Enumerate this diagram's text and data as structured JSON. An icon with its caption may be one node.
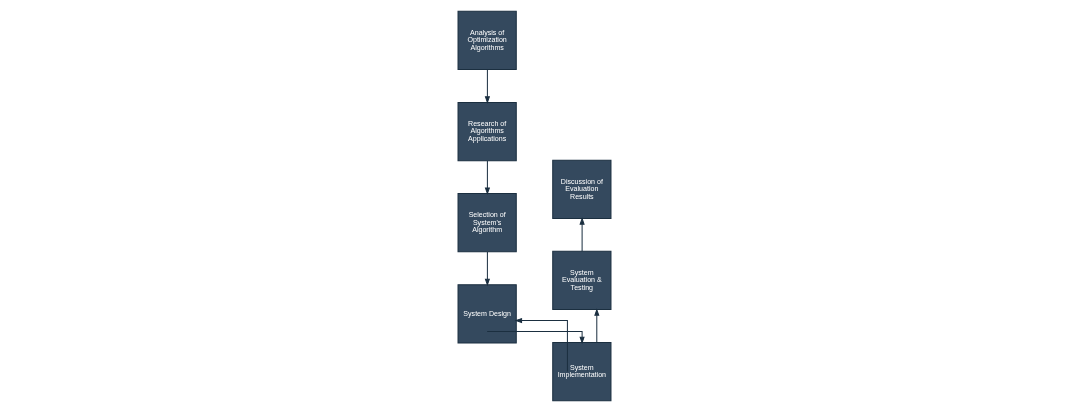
{
  "diagram": {
    "nodes": [
      {
        "text": [
          "Analysis of Optimization Algorithms"
        ]
      },
      {
        "text": [
          "Research of Algorithms Applications"
        ]
      },
      {
        "text": [
          "Selection of System's Algorithm"
        ]
      },
      {
        "text": [
          "System Design"
        ]
      },
      {
        "text": [
          "System Implementation"
        ]
      },
      {
        "text": [
          "System Evaluation & Testing"
        ]
      },
      {
        "text": [
          "Discussion of Evaluation Results"
        ]
      }
    ],
    "edges": [
      {
        "from": 0,
        "to": 1,
        "arrow": "to"
      },
      {
        "from": 1,
        "to": 2,
        "arrow": "to"
      },
      {
        "from": 2,
        "to": 3,
        "arrow": "to"
      },
      {
        "from": 3,
        "to": 4,
        "arrow": "to"
      },
      {
        "from": 4,
        "to": 3,
        "arrow": "to"
      },
      {
        "from": 4,
        "to": 5,
        "arrow": "to"
      },
      {
        "from": 5,
        "to": 6,
        "arrow": "to"
      }
    ]
  }
}
